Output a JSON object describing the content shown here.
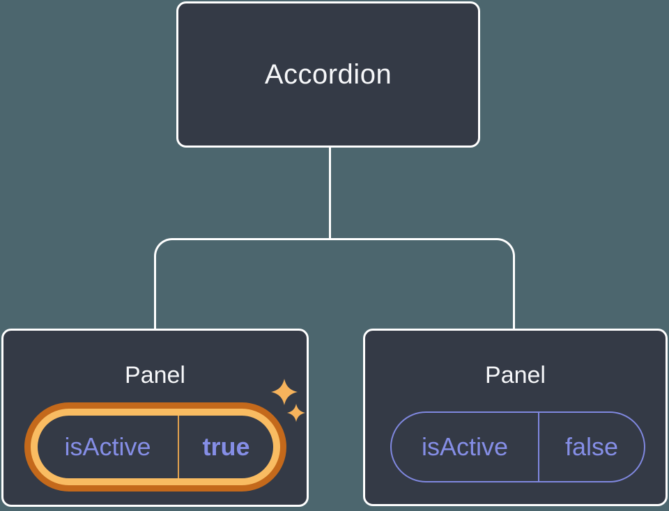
{
  "colors": {
    "background": "#4c666e",
    "node_fill": "#343a46",
    "node_border": "#ffffff",
    "connector_line": "#ffffff",
    "node_text": "#f6f7f9",
    "prop_text": "#858ee6",
    "inactive_pill_border": "#8088e0",
    "highlight_ring_outer": "#c4691b",
    "highlight_ring_inner": "#f9bc62",
    "highlight_divider": "#e2a14e",
    "sparkle": "#f6b35c"
  },
  "root_node": {
    "label": "Accordion"
  },
  "panels": [
    {
      "title": "Panel",
      "prop": {
        "name": "isActive",
        "value": "true"
      },
      "highlighted": true
    },
    {
      "title": "Panel",
      "prop": {
        "name": "isActive",
        "value": "false"
      },
      "highlighted": false
    }
  ]
}
